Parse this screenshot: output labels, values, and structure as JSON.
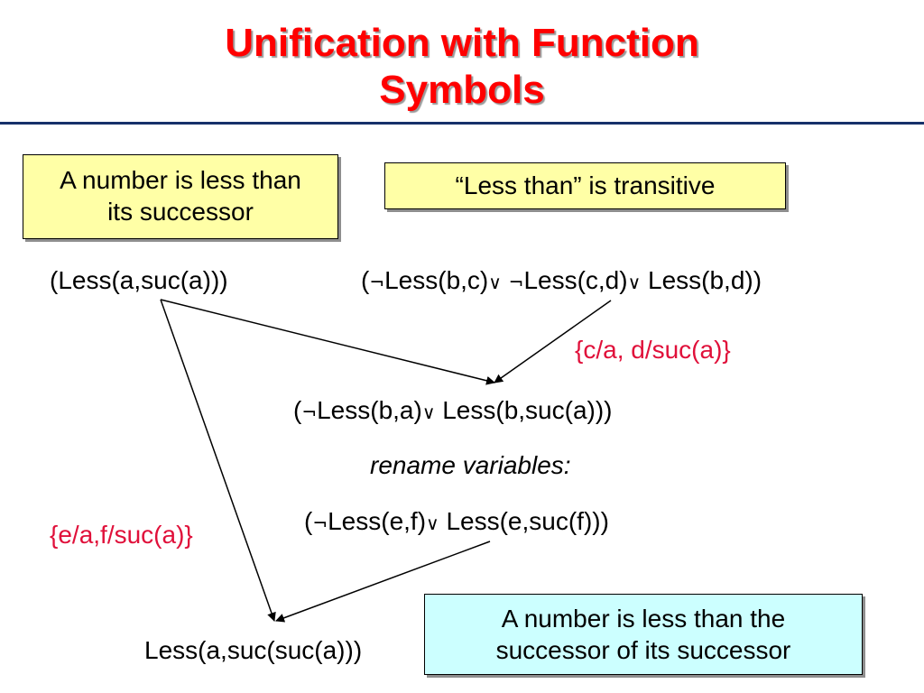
{
  "title": {
    "line1": "Unification with Function",
    "line2": "Symbols"
  },
  "boxes": {
    "successor_fact": {
      "line1": "A number is less than",
      "line2": "its successor"
    },
    "transitive_fact": {
      "line1": "“Less than” is transitive"
    },
    "conclusion": {
      "line1": "A number is less than the",
      "line2": "successor of its successor"
    }
  },
  "clauses": {
    "clause1": {
      "text": "(Less(a,suc(a)))"
    },
    "clause2": {
      "p1": "(",
      "neg1": "¬",
      "p2": "Less(b,c)",
      "or1": "∨",
      "p3": " ",
      "neg2": "¬",
      "p4": "Less(c,d)",
      "or2": "∨",
      "p5": " Less(b,d))"
    },
    "resolvent1": {
      "p1": "(",
      "neg1": "¬",
      "p2": "Less(b,a)",
      "or1": "∨",
      "p3": " Less(b,suc(a)))"
    },
    "rename_label": "rename variables:",
    "renamed": {
      "p1": "(",
      "neg1": "¬",
      "p2": "Less(e,f)",
      "or1": "∨",
      "p3": " Less(e,suc(f)))"
    },
    "final": {
      "text": "Less(a,suc(suc(a)))"
    }
  },
  "substitutions": {
    "sub1": "{c/a, d/suc(a)}",
    "sub2": "{e/a,f/suc(a)}"
  },
  "colors": {
    "title": "#ff0000",
    "substitution": "#e0103a",
    "rule": "#16306a",
    "yellow_box": "#ffffa6",
    "cyan_box": "#ccffff"
  }
}
